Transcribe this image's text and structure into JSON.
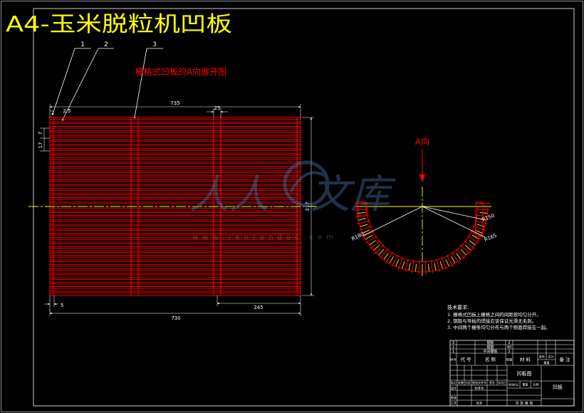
{
  "title": "A4-玉米脱粒机凹板",
  "view_caption": "栅格式凹板的A向展开图",
  "part_callouts": [
    "1",
    "2",
    "3"
  ],
  "dimensions": {
    "overall_top": "735",
    "edge_offset": "2.5",
    "bar_width": "25",
    "left_upper": "7",
    "left_lower": "17",
    "overall_height": "317",
    "bottom_edge": "5",
    "bottom_bar_span": "245",
    "overall_bottom": "730"
  },
  "section_view": {
    "direction_label": "A向",
    "radius_labels": {
      "left": "R180",
      "upper_right": "R150",
      "lower_right": "R165"
    }
  },
  "technical_requirements": {
    "heading": "技术要求:",
    "items": [
      "1. 栅格式凹板上栅格之间的间距按均匀分开。",
      "2. 钢筋与导板的焊接应该保证光滑无毛刺。",
      "3. 中间两个栅条均匀分布与两个侧面焊接在一起。"
    ]
  },
  "title_block": {
    "parts": [
      {
        "no": "3",
        "name": "钢板",
        "qty": "2"
      },
      {
        "no": "2",
        "name": "钢筋",
        "qty": "40"
      },
      {
        "no": "1",
        "name": "中间栅板",
        "qty": "2"
      }
    ],
    "header": {
      "no": "序号",
      "code": "代 号",
      "name": "名 称",
      "qty": "数量",
      "material": "材 料",
      "unit": "单件",
      "total": "总计",
      "weight": "重量",
      "remark": "备 注"
    },
    "revision_header": [
      "标记",
      "处数",
      "分区",
      "更改文件号",
      "签名",
      "年月日"
    ],
    "signatures": {
      "design": "设计",
      "standard": "标准化",
      "review": "审核",
      "process": "工艺",
      "approve": "批准"
    },
    "stage": {
      "mark": "阶段标记",
      "weight": "重量",
      "scale": "比例"
    },
    "drawing_name": "凹板图",
    "part_name": "凹板",
    "sheet": "共 张 第 张"
  },
  "watermark": {
    "brand_left": "人人",
    "brand_right": "文库",
    "url": "www.renrendoc.com"
  },
  "colors": {
    "background": "#000000",
    "drawing_red": "#ff0000",
    "title_yellow": "#ffff00",
    "centerline_yellow": "#ffff00",
    "line_white": "#ffffff",
    "watermark": "#4a78b0"
  }
}
